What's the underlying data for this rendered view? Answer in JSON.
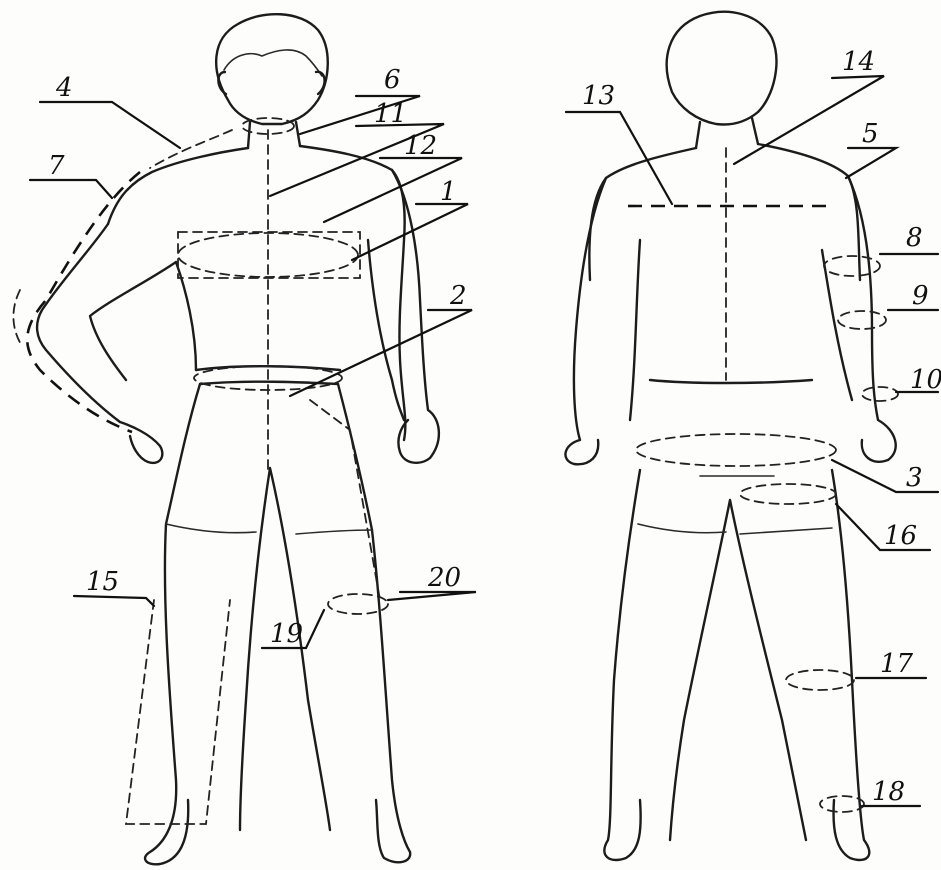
{
  "labels": [
    {
      "id": "m1",
      "text": "1"
    },
    {
      "id": "m2",
      "text": "2"
    },
    {
      "id": "m3",
      "text": "3"
    },
    {
      "id": "m4",
      "text": "4"
    },
    {
      "id": "m5",
      "text": "5"
    },
    {
      "id": "m6",
      "text": "6"
    },
    {
      "id": "m7",
      "text": "7"
    },
    {
      "id": "m8",
      "text": "8"
    },
    {
      "id": "m9",
      "text": "9"
    },
    {
      "id": "m10",
      "text": "10"
    },
    {
      "id": "m11",
      "text": "11"
    },
    {
      "id": "m12",
      "text": "12"
    },
    {
      "id": "m13",
      "text": "13"
    },
    {
      "id": "m14",
      "text": "14"
    },
    {
      "id": "m15",
      "text": "15"
    },
    {
      "id": "m16",
      "text": "16"
    },
    {
      "id": "m17",
      "text": "17"
    },
    {
      "id": "m18",
      "text": "18"
    },
    {
      "id": "m19",
      "text": "19"
    },
    {
      "id": "m20",
      "text": "20"
    }
  ],
  "colors": {
    "ink": "#111111",
    "paper": "#fdfdfc"
  }
}
